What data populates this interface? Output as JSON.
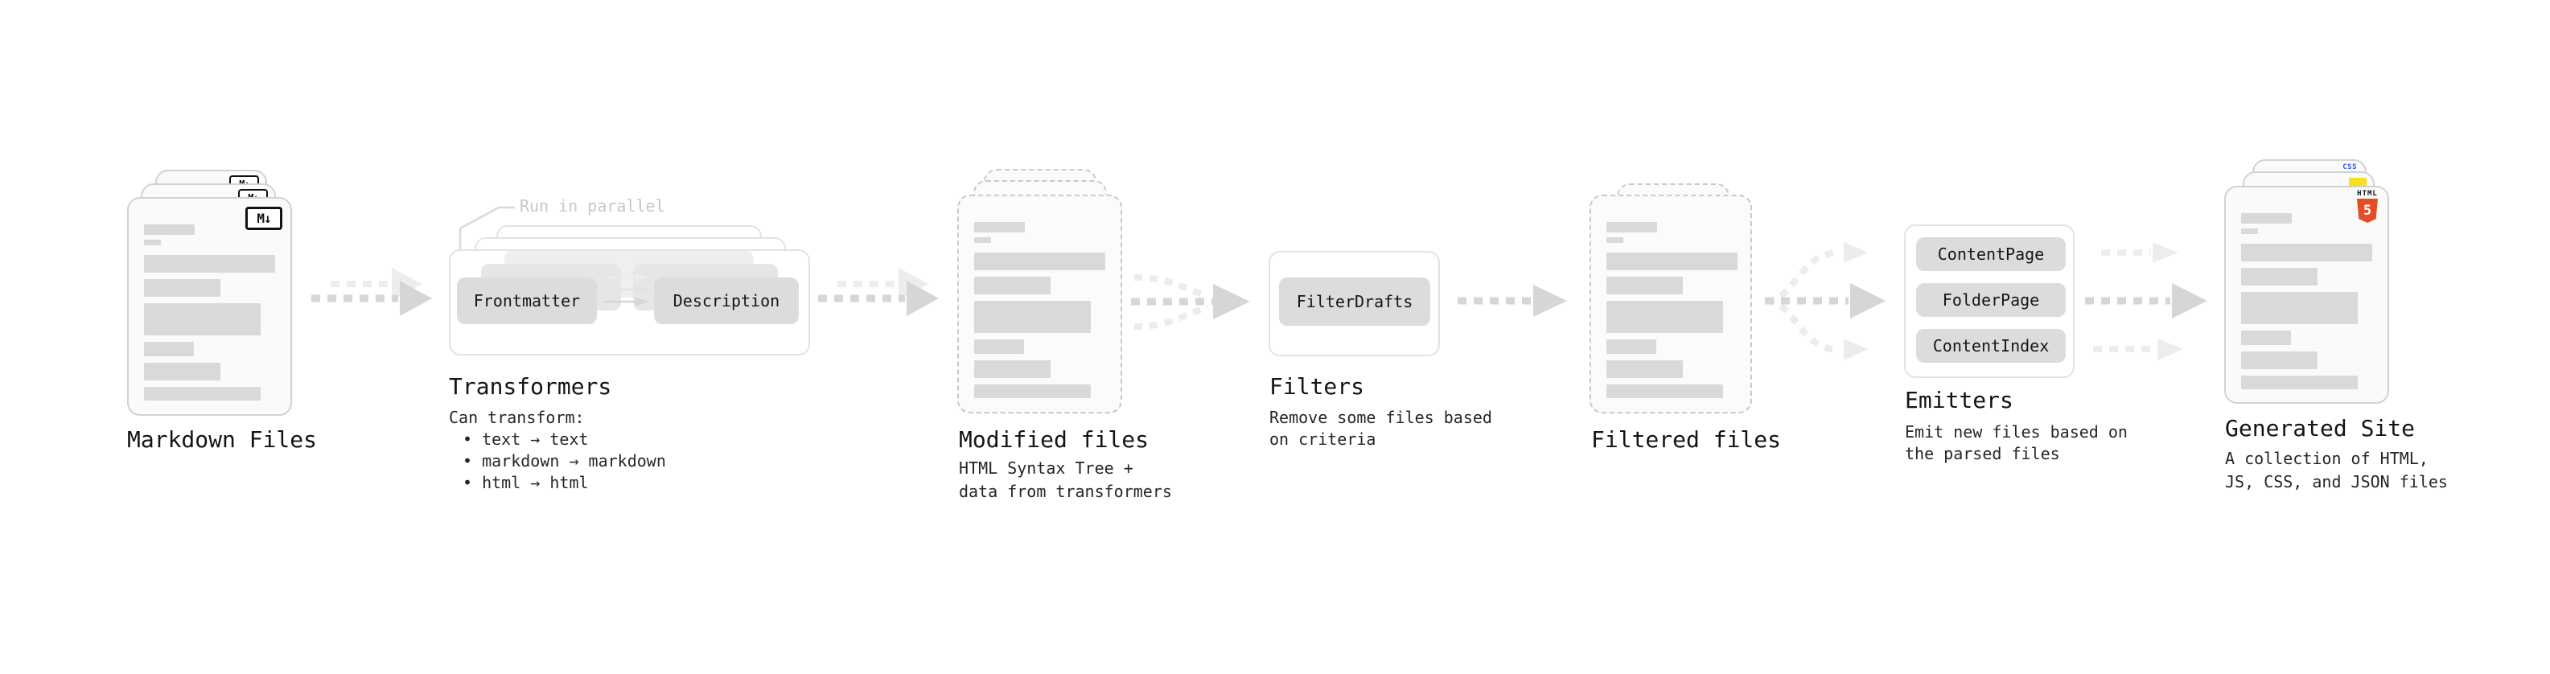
{
  "stages": {
    "markdown": {
      "label": "Markdown Files",
      "badge": "M↓"
    },
    "transformers": {
      "title": "Transformers",
      "annotation": "Run in parallel",
      "node_left": "Frontmatter",
      "node_right": "Description",
      "desc_heading": "Can transform:",
      "bullets": [
        "• text → text",
        "• markdown → markdown",
        "• html → html"
      ]
    },
    "modified": {
      "label": "Modified files",
      "desc": [
        "HTML Syntax Tree +",
        "data from transformers"
      ]
    },
    "filters": {
      "title": "Filters",
      "node": "FilterDrafts",
      "desc": [
        "Remove some files based",
        "on criteria"
      ]
    },
    "filtered": {
      "label": "Filtered files"
    },
    "emitters": {
      "title": "Emitters",
      "nodes": [
        "ContentPage",
        "FolderPage",
        "ContentIndex"
      ],
      "desc": [
        "Emit new files based on",
        "the parsed files"
      ]
    },
    "generated": {
      "label": "Generated Site",
      "badge_css": "CSS",
      "badge_html_text": "HTML",
      "badge_html_number": "5",
      "desc": [
        "A collection of HTML,",
        "JS, CSS, and JSON files"
      ]
    }
  },
  "colors": {
    "html5_orange": "#e44d26",
    "js_yellow": "#f7df1e",
    "css_blue": "#2d53e5",
    "arrow_dark": "#d6d6d6",
    "arrow_light": "#ededed",
    "node_fill": "#dcdcdc",
    "card_fill": "#fafafa"
  }
}
